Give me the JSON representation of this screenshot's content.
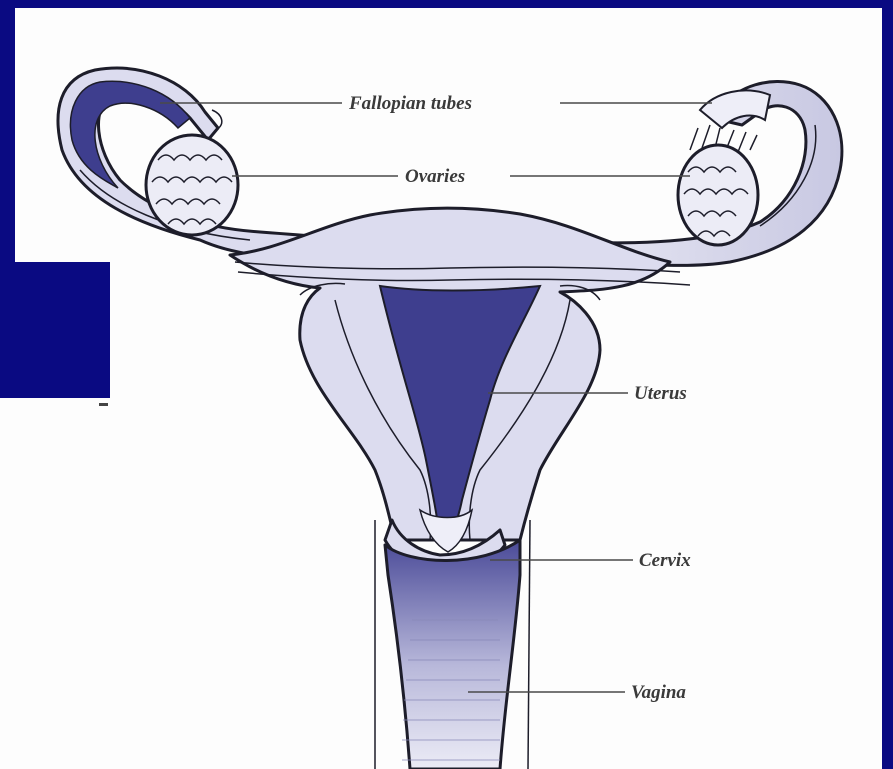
{
  "colors": {
    "slide_background": "#0a0a82",
    "paper": "#fdfdfd",
    "tissue_light": "#dcdcef",
    "tissue_dark": "#3e3e8e",
    "outline": "#1d1d2a",
    "label_text": "#3a3a3a"
  },
  "labels": {
    "fallopian_tubes": "Fallopian tubes",
    "ovaries": "Ovaries",
    "uterus": "Uterus",
    "cervix": "Cervix",
    "vagina": "Vagina"
  }
}
